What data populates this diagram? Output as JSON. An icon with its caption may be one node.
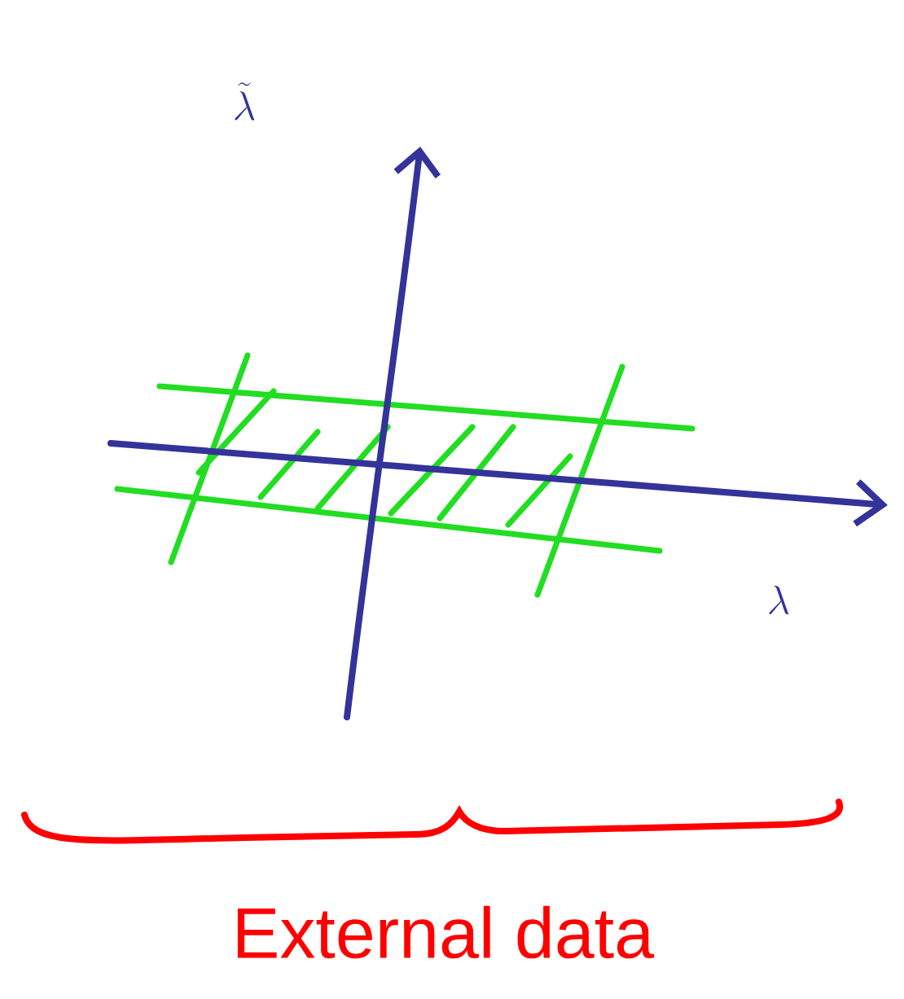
{
  "diagram": {
    "labels": [
      "\\tilde{\\lambda}",
      "\\lambda",
      "External data"
    ]
  }
}
